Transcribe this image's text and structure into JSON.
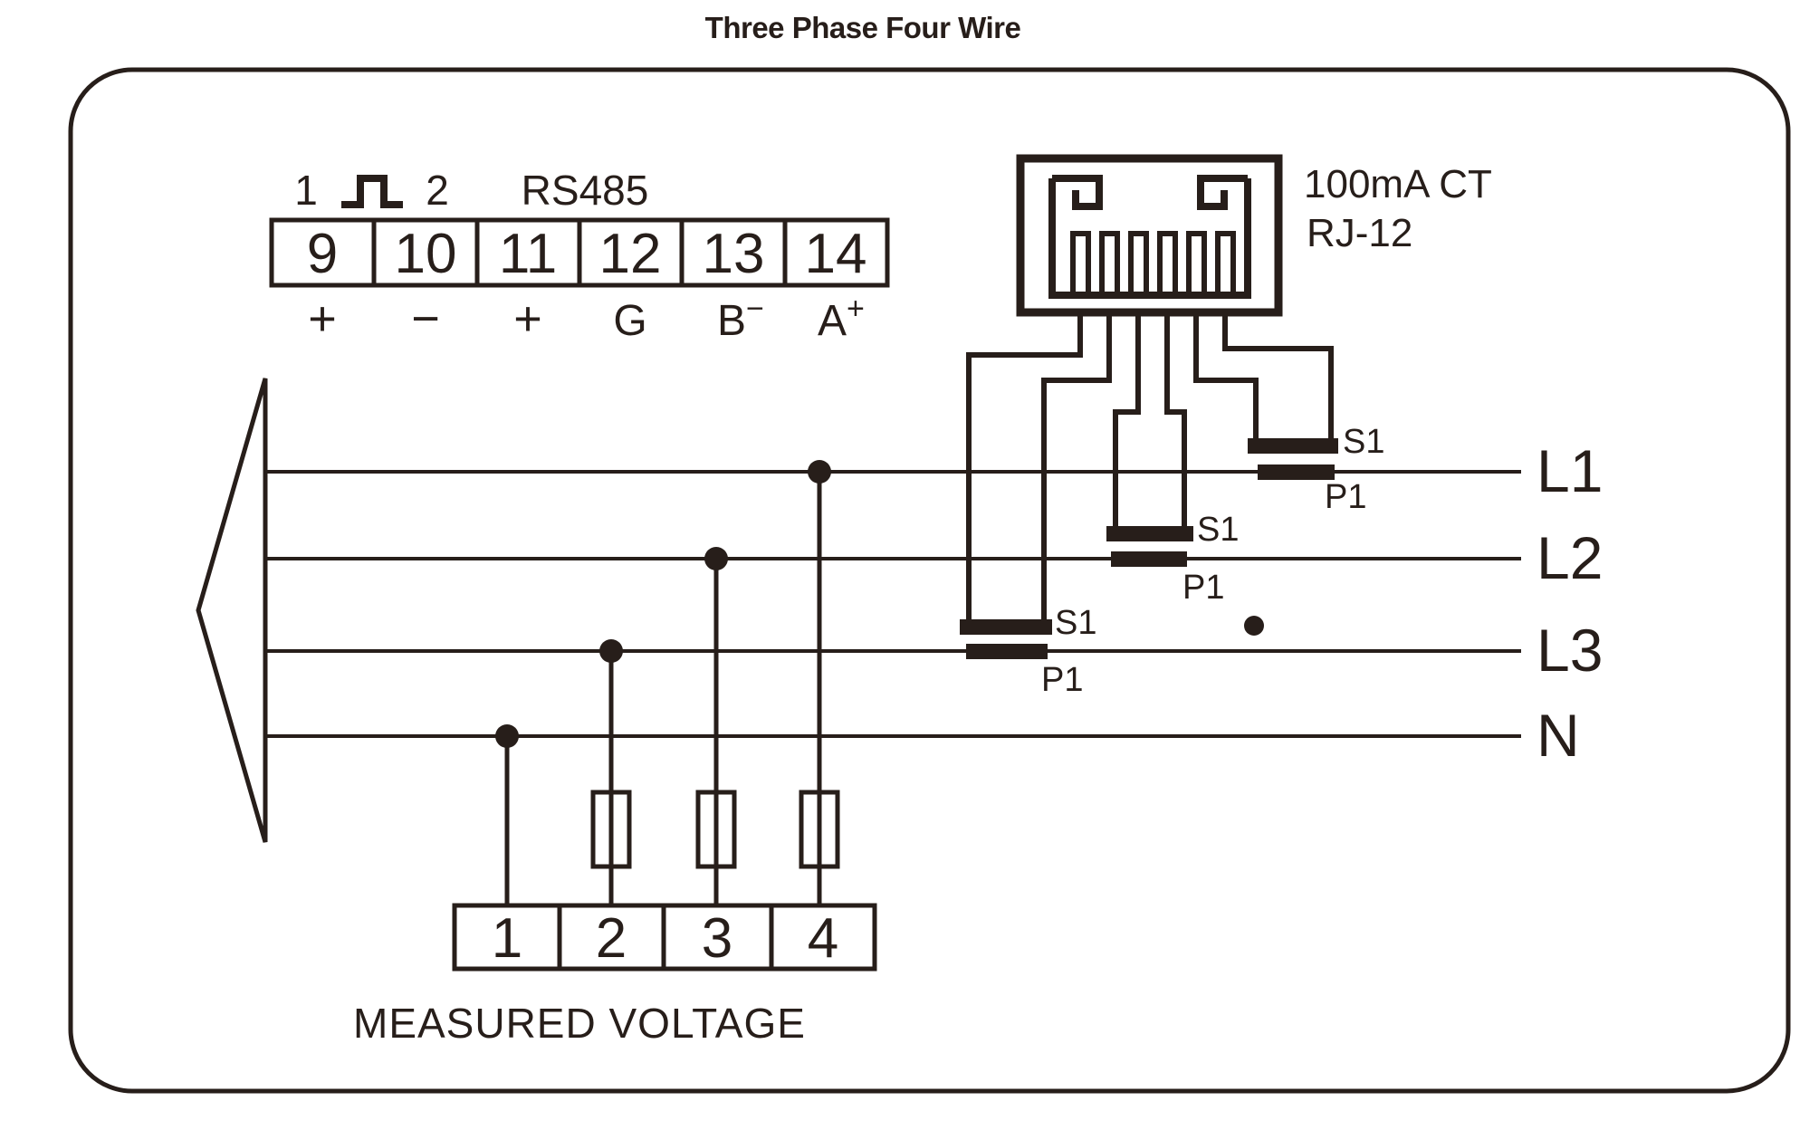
{
  "title": "Three Phase Four Wire",
  "colors": {
    "ink": "#271e1a",
    "background": "#ffffff"
  },
  "top_terminal_block": {
    "cells": [
      "9",
      "10",
      "11",
      "12",
      "13",
      "14"
    ],
    "pulse_output_1_label": "1",
    "pulse_output_2_label": "2",
    "rs485_label": "RS485",
    "below_labels": [
      "+",
      "−",
      "+",
      "G"
    ],
    "b_minus": {
      "base": "B",
      "sup": "−"
    },
    "a_plus": {
      "base": "A",
      "sup": "+"
    }
  },
  "ct_connector": {
    "rating_label": "100mA CT",
    "type_label": "RJ-12"
  },
  "ct_labels": {
    "s1": "S1",
    "p1": "P1"
  },
  "phase_labels": [
    "L1",
    "L2",
    "L3",
    "N"
  ],
  "bottom_terminal_block": {
    "cells": [
      "1",
      "2",
      "3",
      "4"
    ],
    "caption": "MEASURED VOLTAGE"
  }
}
